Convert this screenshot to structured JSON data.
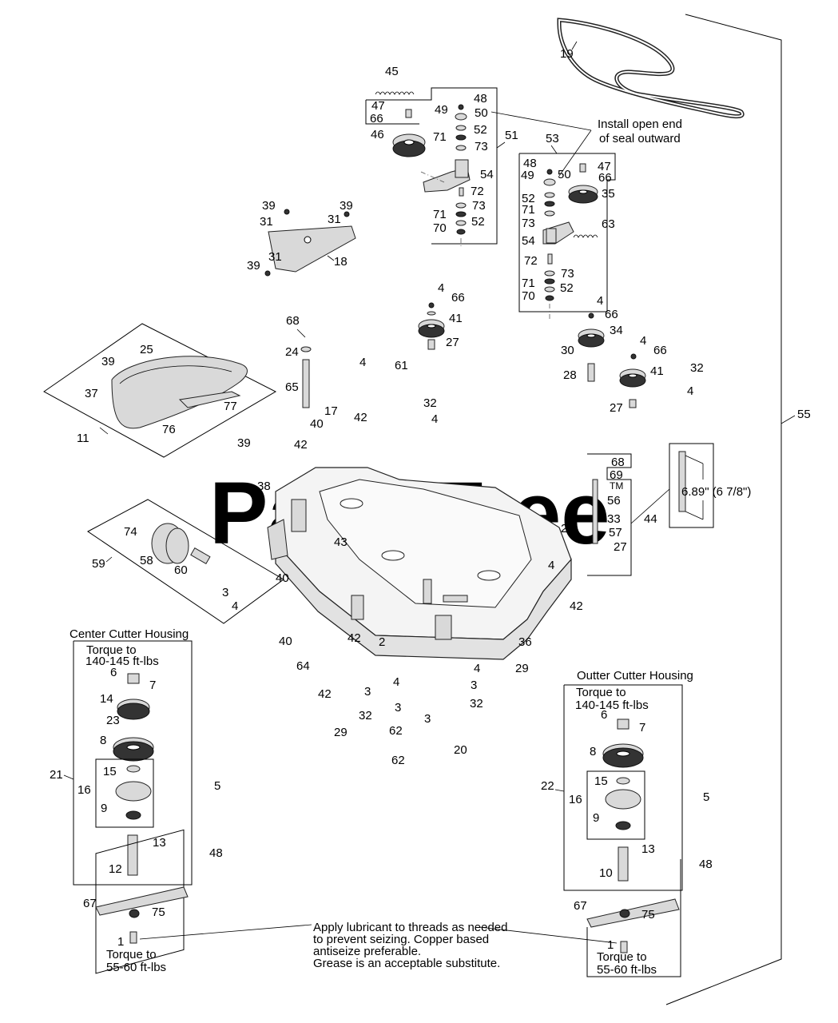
{
  "watermark": "PartsTree",
  "trademark": "TM",
  "notes": {
    "install_seal": [
      "Install open end",
      "of seal outward"
    ],
    "dimension": "6.89\" (6 7/8\")",
    "lubricant": [
      "Apply lubricant to threads as needed",
      "to prevent seizing.  Copper based",
      "antiseize preferable.",
      "Grease is an acceptable substitute."
    ]
  },
  "center_housing": {
    "title": "Center Cutter Housing",
    "torque_top": [
      "Torque to",
      "140-145 ft-lbs"
    ],
    "torque_bottom": [
      "Torque to",
      "55-60 ft-lbs"
    ]
  },
  "outer_housing": {
    "title": "Outter Cutter Housing",
    "torque_top": [
      "Torque to",
      "140-145 ft-lbs"
    ],
    "torque_bottom": [
      "Torque to",
      "55-60 ft-lbs"
    ]
  },
  "callouts": {
    "c19": "19",
    "c45": "45",
    "c48a": "48",
    "c47a": "47",
    "c66a": "66",
    "c49a": "49",
    "c50a": "50",
    "c52a": "52",
    "c46": "46",
    "c71a": "71",
    "c73a": "73",
    "c51": "51",
    "c54a": "54",
    "c72a": "72",
    "c71b": "71",
    "c73b": "73",
    "c52b": "52",
    "c70a": "70",
    "c53": "53",
    "c48b": "48",
    "c49b": "49",
    "c50b": "50",
    "c47b": "47",
    "c66b": "66",
    "c35": "35",
    "c52c": "52",
    "c71c": "71",
    "c73c": "73",
    "c63": "63",
    "c54b": "54",
    "c72b": "72",
    "c73d": "73",
    "c71d": "71",
    "c52d": "52",
    "c70b": "70",
    "c39a": "39",
    "c39b": "39",
    "c31a": "31",
    "c31b": "31",
    "c39c": "39",
    "c31c": "31",
    "c18": "18",
    "c4a": "4",
    "c66c": "66",
    "c41a": "41",
    "c27a": "27",
    "c4b": "4",
    "c66d": "66",
    "c34": "34",
    "c30": "30",
    "c28": "28",
    "c4c": "4",
    "c66e": "66",
    "c41b": "41",
    "c32a": "32",
    "c4d": "4",
    "c27b": "27",
    "c68a": "68",
    "c24": "24",
    "c65": "65",
    "c39d": "39",
    "c25": "25",
    "c37": "37",
    "c77": "77",
    "c76": "76",
    "c11": "11",
    "c39e": "39",
    "c4e": "4",
    "c61": "61",
    "c42a": "42",
    "c17": "17",
    "c40a": "40",
    "c32b": "32",
    "c4f": "4",
    "c42b": "42",
    "c55": "55",
    "c38": "38",
    "c68b": "68",
    "c69": "69",
    "c56": "56",
    "c26": "26",
    "c33": "33",
    "c57": "57",
    "c27c": "27",
    "c44": "44",
    "c74": "74",
    "c58": "58",
    "c59": "59",
    "c60": "60",
    "c43": "43",
    "c4g": "4",
    "c40b": "40",
    "c3a": "3",
    "c4h": "4",
    "c42c": "42",
    "c40c": "40",
    "c42d": "42",
    "c2": "2",
    "c36": "36",
    "c64": "64",
    "c42e": "42",
    "c4i": "4",
    "c29a": "29",
    "c3b": "3",
    "c4j": "4",
    "c3c": "3",
    "c32c": "32",
    "c3d": "3",
    "c32d": "32",
    "c29b": "29",
    "c62a": "62",
    "c3e": "3",
    "c62b": "62",
    "c20": "20",
    "c6a": "6",
    "c7a": "7",
    "c14": "14",
    "c23": "23",
    "c8a": "8",
    "c21": "21",
    "c15a": "15",
    "c16a": "16",
    "c9a": "9",
    "c5a": "5",
    "c48c": "48",
    "c13a": "13",
    "c12": "12",
    "c67a": "67",
    "c75a": "75",
    "c1a": "1",
    "c6b": "6",
    "c7b": "7",
    "c8b": "8",
    "c22": "22",
    "c15b": "15",
    "c16b": "16",
    "c9b": "9",
    "c5b": "5",
    "c48d": "48",
    "c13b": "13",
    "c10": "10",
    "c67b": "67",
    "c75b": "75",
    "c1b": "1"
  }
}
